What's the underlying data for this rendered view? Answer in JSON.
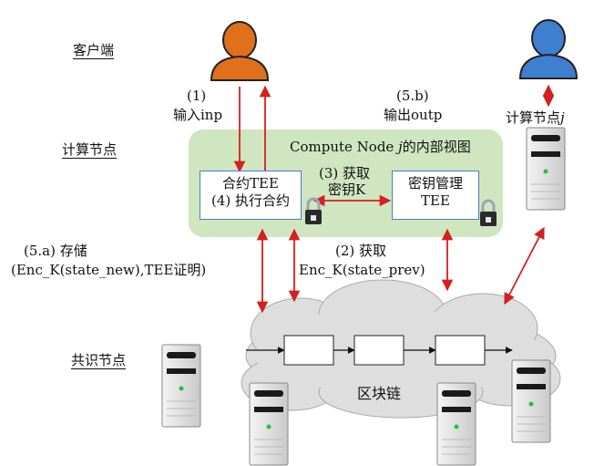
{
  "rows": {
    "client": "客户端",
    "compute": "计算节点",
    "consensus": "共识节点"
  },
  "steps": {
    "s1_num": "(1)",
    "s1_text": "输入inp",
    "s5b_num": "(5.b)",
    "s5b_text": "输出outp",
    "s3_line1": "(3) 获取",
    "s3_line2": "密钥K",
    "s2_line1": "(2) 获取",
    "s2_line2": "Enc_K(state_prev)",
    "s5a_line1": "(5.a) 存储",
    "s5a_line2": "(Enc_K(state_new),TEE证明)"
  },
  "compute_region": {
    "title_prefix": "Compute Node ",
    "title_var": "j",
    "title_suffix": "的内部视图"
  },
  "boxes": {
    "contract_line1": "合约TEE",
    "contract_line2": "(4) 执行合约",
    "key_line1": "密钥管理",
    "key_line2": "TEE"
  },
  "compute_node_j": {
    "prefix": "计算节点",
    "var": "j"
  },
  "blockchain_label": "区块链",
  "colors": {
    "arrow": "#d42020",
    "region_fill": "#cfe6c0",
    "client_person": "#e0701a",
    "peer_person": "#3f7fd0",
    "cloud": "#dedede",
    "box_border": "#4a7cc4",
    "server_led": "#22c23a"
  }
}
